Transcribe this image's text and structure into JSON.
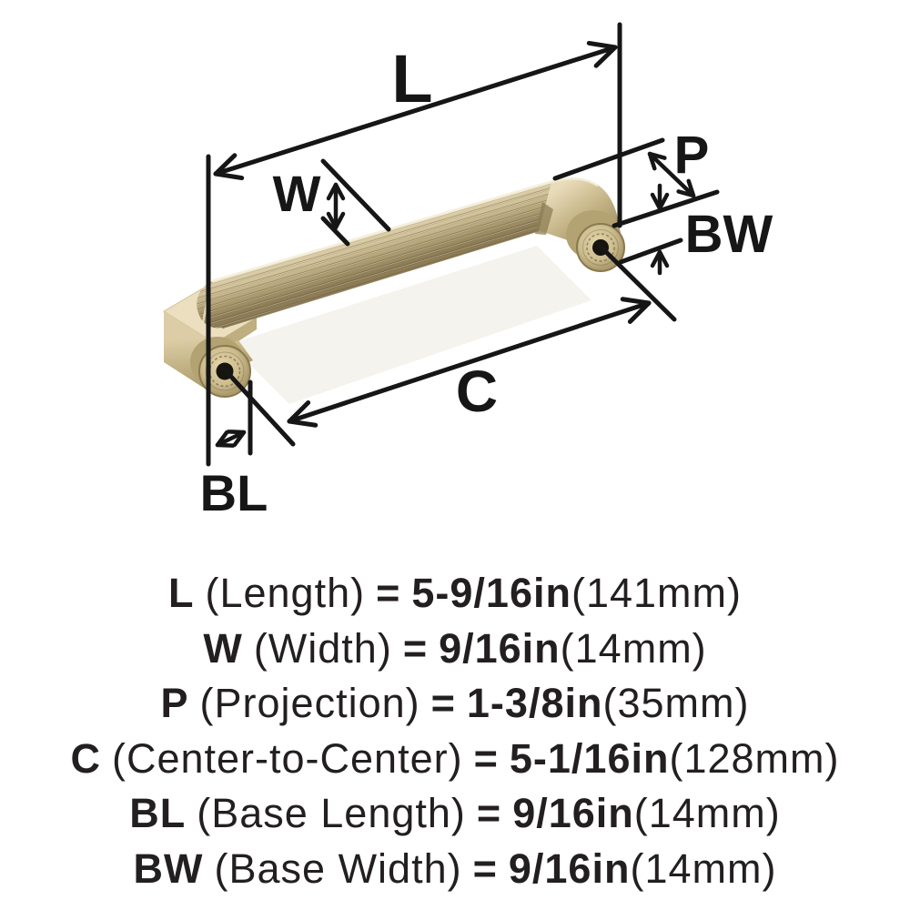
{
  "page": {
    "background": "#ffffff"
  },
  "colors": {
    "dimension_line": "#161616",
    "text": "#231f20",
    "handle_gold_highlight": "#f2ecd8",
    "handle_gold_light": "#e6dab8",
    "handle_gold_mid": "#d3c49c",
    "handle_gold_dark": "#a6966c",
    "handle_gold_shadow": "#85744f",
    "screw_hole": "#17140e"
  },
  "diagram": {
    "labels": {
      "length": "L",
      "width": "W",
      "projection": "P",
      "base_width": "BW",
      "center_to_center": "C",
      "base_length": "BL"
    }
  },
  "specs": {
    "equals_sign": "=",
    "rows": [
      {
        "id": "length",
        "symbol": "L",
        "name": "(Length)",
        "imperial": "5-9/16in",
        "metric": "(141mm)"
      },
      {
        "id": "width",
        "symbol": "W",
        "name": "(Width)",
        "imperial": "9/16in",
        "metric": "(14mm)"
      },
      {
        "id": "projection",
        "symbol": "P",
        "name": "(Projection)",
        "imperial": "1-3/8in",
        "metric": "(35mm)"
      },
      {
        "id": "center_to_center",
        "symbol": "C",
        "name": "(Center-to-Center)",
        "imperial": "5-1/16in",
        "metric": "(128mm)"
      },
      {
        "id": "base_length",
        "symbol": "BL",
        "name": "(Base Length)",
        "imperial": "9/16in",
        "metric": "(14mm)"
      },
      {
        "id": "base_width",
        "symbol": "BW",
        "name": "(Base Width)",
        "imperial": "9/16in",
        "metric": "(14mm)"
      }
    ]
  }
}
